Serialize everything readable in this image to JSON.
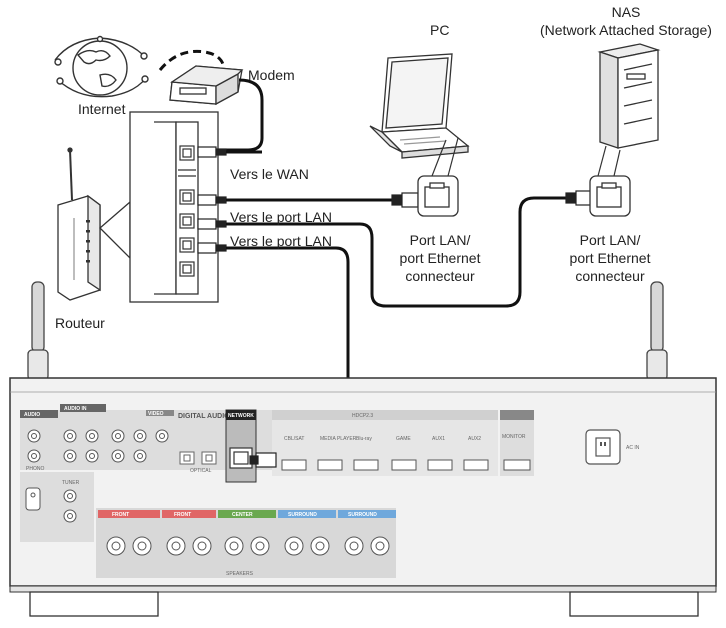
{
  "labels": {
    "internet": "Internet",
    "modem": "Modem",
    "pc": "PC",
    "nas_title": "NAS",
    "nas_subtitle": "(Network Attached Storage)",
    "wan": "Vers le WAN",
    "lan_port_1": "Vers le port LAN",
    "lan_port_2": "Vers le port LAN",
    "router": "Routeur",
    "pc_port_line1": "Port LAN/",
    "pc_port_line2": "port Ethernet",
    "pc_port_line3": "connecteur",
    "nas_port_line1": "Port LAN/",
    "nas_port_line2": "port Ethernet",
    "nas_port_line3": "connecteur"
  },
  "receiver_panel": {
    "network": "NETWORK",
    "audio_in": "AUDIO",
    "digital_audio": "DIGITAL AUDIO",
    "optical": "OPTICAL",
    "video": "VIDEO",
    "hdmi_label": "HDCP2.3",
    "hdmi_inputs": [
      "CBL/SAT",
      "MEDIA PLAYER",
      "Blu-ray",
      "GAME",
      "AUX1",
      "AUX2"
    ],
    "monitor": "MONITOR",
    "ac_in": "AC IN",
    "phono": "PHONO",
    "tuner": "TUNER",
    "speakers": "SPEAKERS",
    "speaker_groups": [
      "FRONT",
      "FRONT",
      "CENTER",
      "SURROUND",
      "SURROUND"
    ],
    "speaker_colors": [
      "#e06666",
      "#e06666",
      "#6aa84f",
      "#6fa8dc",
      "#6fa8dc"
    ]
  },
  "icons": [
    "globe-icon",
    "modem-icon",
    "router-icon",
    "laptop-icon",
    "nas-icon",
    "antenna-icon",
    "ethernet-port-icon"
  ]
}
